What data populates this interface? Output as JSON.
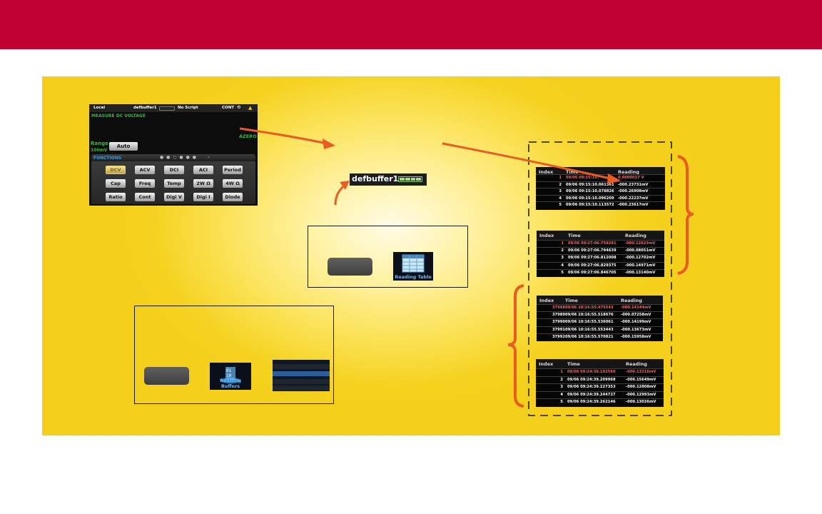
{
  "colors": {
    "banner": "#c30032",
    "stage": "#f4cf1c",
    "arrow": "#ec5a24",
    "accent_green": "#3fb24a",
    "accent_blue": "#3a9bd8",
    "first_row": "#f06565"
  },
  "screen": {
    "status_bar": {
      "mode": "Local",
      "buffer": "defbuffer1",
      "script": "No Script",
      "trigger": "CONT",
      "warning_icon": "warning-icon"
    },
    "measure_label": "MEASURE DC VOLTAGE",
    "azero": "AZERO",
    "range_label": "Range",
    "range_value": "100mV",
    "auto_button": "Auto",
    "functions_label": "FUNCTIONS",
    "functions": [
      [
        "DCV",
        "ACV",
        "DCI",
        "ACI",
        "Period"
      ],
      [
        "Cap",
        "Freq",
        "Temp",
        "2W Ω",
        "4W Ω"
      ],
      [
        "Ratio",
        "Cont",
        "Digi V",
        "Digi I",
        "Diode"
      ]
    ],
    "selected_function": "DCV"
  },
  "defbuffer": {
    "label": "defbuffer1"
  },
  "reading_table_icon": {
    "caption": "Reading Table"
  },
  "reading_buffers_icon": {
    "caption": "Reading Buffers"
  },
  "tables": [
    {
      "headers": {
        "index": "Index",
        "time": "Time",
        "reading": "Reading"
      },
      "rows": [
        [
          "1",
          "09/06 09:15:10.",
          "0.0000017 V"
        ],
        [
          "2",
          "09/06 09:15:10.061361",
          "-000.23731mV"
        ],
        [
          "3",
          "09/06 09:15:10.078826",
          "-000.26908mV"
        ],
        [
          "4",
          "09/06 09:15:10.096209",
          "-000.22237mV"
        ],
        [
          "5",
          "09/06 09:15:10.113572",
          "-000.23617mV"
        ]
      ]
    },
    {
      "headers": {
        "index": "Index",
        "time": "Time",
        "reading": "Reading"
      },
      "rows": [
        [
          "1",
          "09/06 09:27:06.758281",
          "-000.12823mV"
        ],
        [
          "2",
          "09/06 09:27:06.794639",
          "-000.08051mV"
        ],
        [
          "3",
          "09/06 09:27:06.812008",
          "-000.12702mV"
        ],
        [
          "4",
          "09/06 09:27:06.829375",
          "-000.14971mV"
        ],
        [
          "5",
          "09/06 09:27:06.846705",
          "-000.13140mV"
        ]
      ]
    },
    {
      "headers": {
        "index": "Index",
        "time": "Time",
        "reading": "Reading"
      },
      "rows": [
        [
          "37988",
          "09/06 10:16:55.475543",
          "-000.14144mV"
        ],
        [
          "37989",
          "09/06 10:16:55.518676",
          "-000.07258mV"
        ],
        [
          "37990",
          "09/06 10:16:55.536061",
          "-000.14199mV"
        ],
        [
          "37991",
          "09/06 10:16:55.553443",
          "-000.13673mV"
        ],
        [
          "37992",
          "09/06 10:16:55.570821",
          "-000.15958mV"
        ]
      ]
    },
    {
      "headers": {
        "index": "Index",
        "time": "Time",
        "reading": "Reading"
      },
      "rows": [
        [
          "1",
          "09/06 09:24:39.192560",
          "-000.13216mV"
        ],
        [
          "2",
          "09/06 09:24:39.209968",
          "-000.15649mV"
        ],
        [
          "3",
          "09/06 09:24:39.227353",
          "-000.12808mV"
        ],
        [
          "4",
          "09/06 09:24:39.244727",
          "-000.12993mV"
        ],
        [
          "5",
          "09/06 09:24:39.262146",
          "-000.13026mV"
        ]
      ]
    }
  ]
}
